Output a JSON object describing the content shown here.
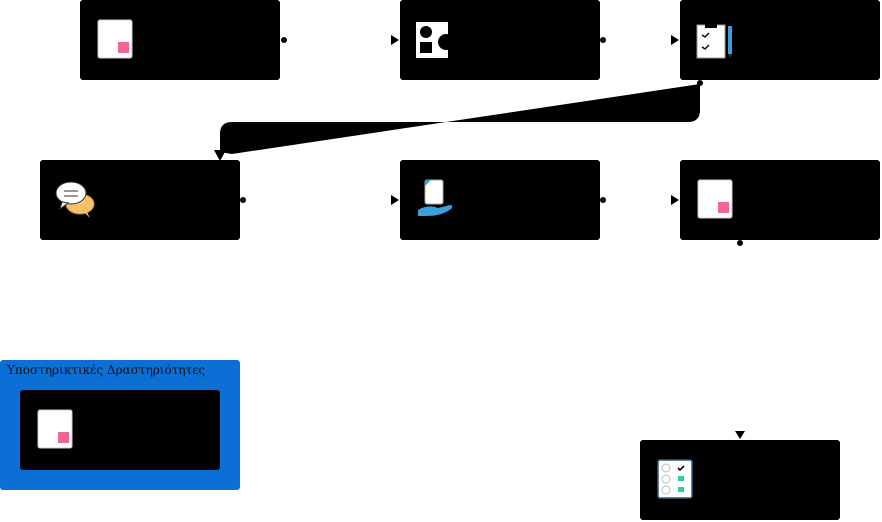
{
  "diagram": {
    "group": {
      "label": "Υποστηρικτικές Δραστηριότητες"
    },
    "nodes": [
      {
        "id": "n1",
        "icon": "document-pink-icon"
      },
      {
        "id": "n2",
        "icon": "shapes-icon"
      },
      {
        "id": "n3",
        "icon": "clipboard-pencil-icon"
      },
      {
        "id": "n4",
        "icon": "chat-bubbles-icon"
      },
      {
        "id": "n5",
        "icon": "hand-document-icon"
      },
      {
        "id": "n6",
        "icon": "document-pink-icon"
      },
      {
        "id": "n7",
        "icon": "checklist-icon"
      },
      {
        "id": "n8",
        "icon": "document-pink-icon"
      }
    ],
    "edges": [
      {
        "from": "n1",
        "to": "n2"
      },
      {
        "from": "n2",
        "to": "n3"
      },
      {
        "from": "n3",
        "to": "n4"
      },
      {
        "from": "n4",
        "to": "n5"
      },
      {
        "from": "n5",
        "to": "n6"
      },
      {
        "from": "n6",
        "to": "n7"
      }
    ]
  }
}
